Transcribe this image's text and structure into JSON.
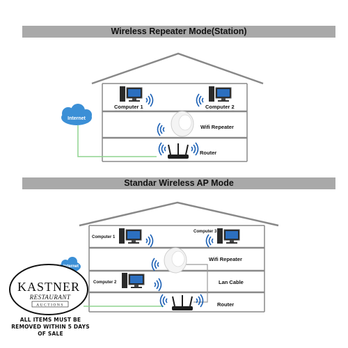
{
  "section1": {
    "title": "Wireless Repeater Mode(Station)",
    "internet_label": "Internet",
    "computer1_label": "Computer 1",
    "computer2_label": "Computer 2",
    "repeater_label": "Wifi Repeater",
    "router_label": "Router"
  },
  "section2": {
    "title": "Standar Wireless AP Mode",
    "internet_label": "Internet",
    "computer1_label": "Computer 1",
    "computer3_label": "Computer 3",
    "computer2_label": "Computer 2",
    "repeater_label": "Wifi Repeater",
    "lan_label": "Lan Cable",
    "router_label": "Router"
  },
  "logo": {
    "line1": "KASTNER",
    "line2": "RESTAURANT",
    "line3": "AUCTIONS"
  },
  "notice": "ALL ITEMS MUST BE REMOVED WITHIN 5 DAYS OF SALE",
  "colors": {
    "banner": "#a9a9a9",
    "house_outline": "#888888",
    "cloud": "#3b8fd6",
    "cable": "#8fd48f",
    "wifi_waves": "#1a5fb4"
  }
}
